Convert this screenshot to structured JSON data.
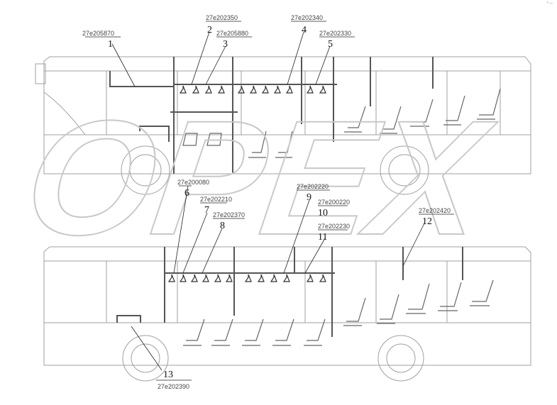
{
  "diagram": {
    "corner_mark": "° ---",
    "watermark_text": "OPEX",
    "colors": {
      "line": "#9a9a9a",
      "rail": "#555555",
      "ink": "#111111",
      "code": "#444444"
    },
    "callouts": [
      {
        "num": "1",
        "code": "27e205870"
      },
      {
        "num": "2",
        "code": "27e202350"
      },
      {
        "num": "3",
        "code": "27e205880"
      },
      {
        "num": "4",
        "code": "27e202340"
      },
      {
        "num": "5",
        "code": "27e202330"
      },
      {
        "num": "6",
        "code": "27e200080"
      },
      {
        "num": "7",
        "code": "27e202210"
      },
      {
        "num": "8",
        "code": "27e202370"
      },
      {
        "num": "9",
        "code": "27e202220"
      },
      {
        "num": "10",
        "code": "27e200220"
      },
      {
        "num": "11",
        "code": "27e202230"
      },
      {
        "num": "12",
        "code": "27e202420"
      },
      {
        "num": "13",
        "code": "27e202390"
      }
    ]
  }
}
